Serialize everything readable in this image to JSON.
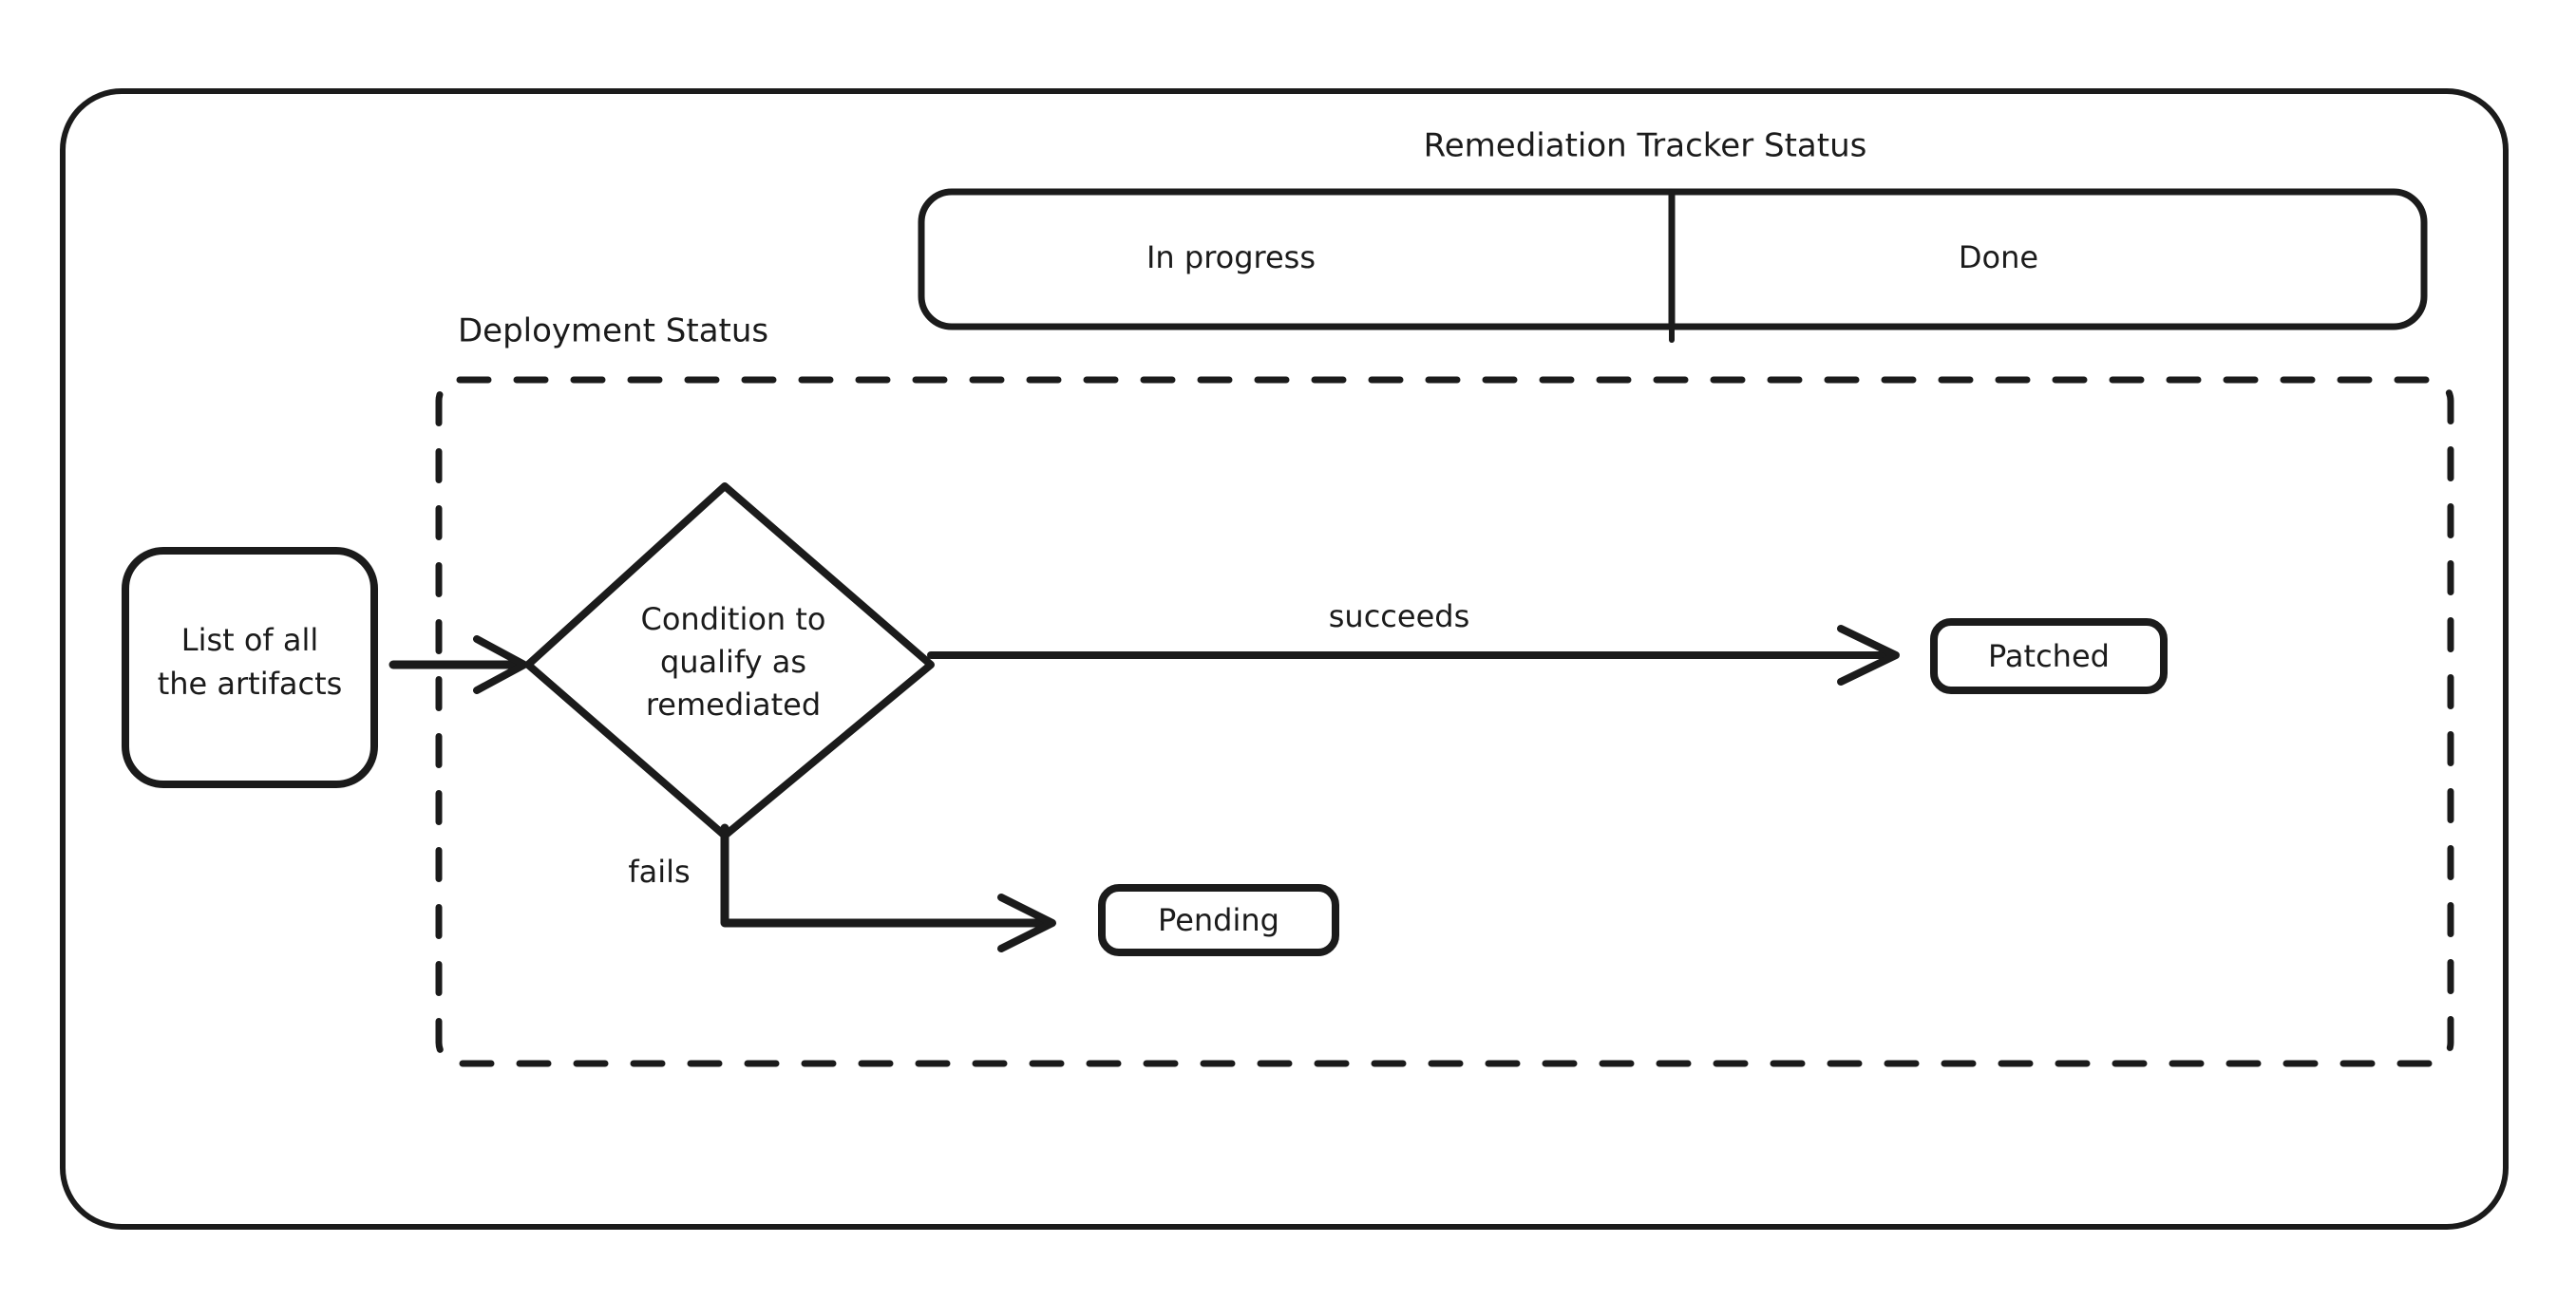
{
  "diagram": {
    "title_top": "Remediation Tracker Status",
    "swimlane_title": "Remediation Tracker Status",
    "group_label": "Deployment Status",
    "tracker": {
      "cells": [
        {
          "label": "In progress"
        },
        {
          "label": "Done"
        }
      ]
    },
    "nodes": {
      "artifacts": {
        "line1": "List of all",
        "line2": "the artifacts"
      },
      "decision": {
        "line1": "Condition to",
        "line2": "qualify as",
        "line3": "remediated"
      },
      "patched": {
        "label": "Patched"
      },
      "pending": {
        "label": "Pending"
      }
    },
    "edges": {
      "start_to_decision": {
        "label": ""
      },
      "succeeds": {
        "label": "succeeds"
      },
      "fails": {
        "label": "fails"
      }
    },
    "colors": {
      "stroke": "#1b1b1b",
      "background": "#ffffff",
      "node_fill": "#ffffff"
    }
  }
}
